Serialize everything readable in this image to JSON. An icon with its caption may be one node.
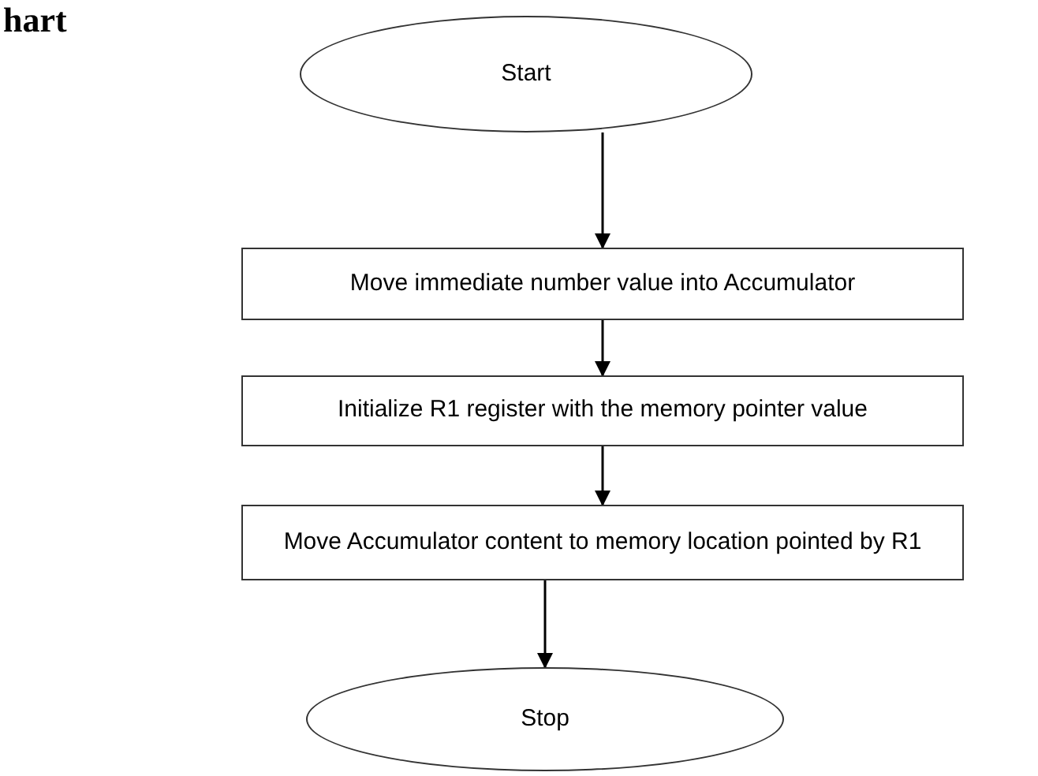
{
  "diagram": {
    "title": "hart",
    "nodes": [
      {
        "text": [
          "Start"
        ]
      },
      {
        "text": [
          "Move immediate number value into Accumulator"
        ]
      },
      {
        "text": [
          "Initialize R1 register with the memory pointer value"
        ]
      },
      {
        "text": [
          "Move Accumulator content to memory location pointed by R1"
        ]
      },
      {
        "text": [
          "Stop"
        ]
      }
    ],
    "edges": [
      {
        "from": 0,
        "to": 1,
        "arrow": "to"
      },
      {
        "from": 1,
        "to": 2,
        "arrow": "to"
      },
      {
        "from": 2,
        "to": 3,
        "arrow": "to"
      },
      {
        "from": 3,
        "to": 4,
        "arrow": "to"
      }
    ]
  }
}
